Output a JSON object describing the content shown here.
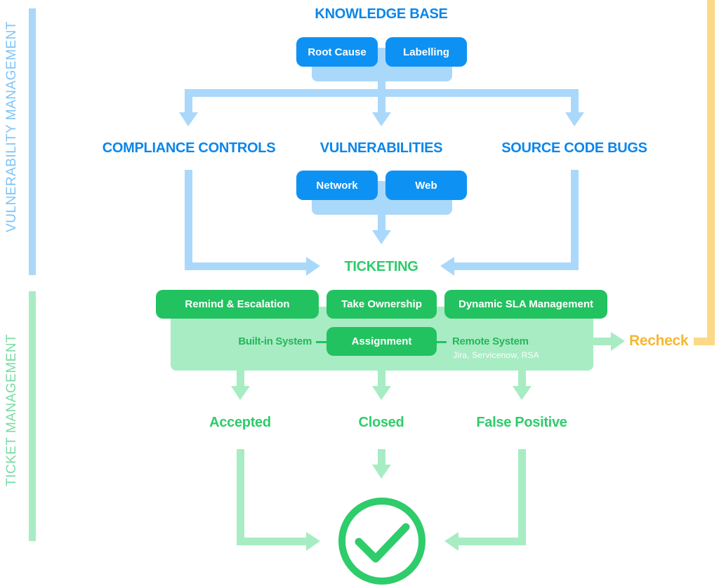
{
  "side_labels": {
    "vulnerability_management": "VULNERABILITY MANAGEMENT",
    "ticket_management": "TICKET MANAGEMENT"
  },
  "knowledge_base": {
    "title": "KNOWLEDGE BASE",
    "chips": [
      "Root Cause",
      "Labelling"
    ]
  },
  "categories": {
    "compliance": "COMPLIANCE CONTROLS",
    "vulnerabilities": "VULNERABILITIES",
    "source_code": "SOURCE CODE BUGS",
    "vuln_chips": [
      "Network",
      "Web"
    ]
  },
  "ticketing": {
    "title": "TICKETING",
    "actions": [
      "Remind & Escalation",
      "Take Ownership",
      "Dynamic SLA Management"
    ],
    "assignment": "Assignment",
    "built_in": "Built-in System",
    "remote": "Remote System",
    "remote_examples": "Jira, Servicenow, RSA",
    "recheck": "Recheck"
  },
  "outcomes": [
    "Accepted",
    "Closed",
    "False Positive"
  ],
  "colors": {
    "blue": "#0d92f4",
    "light_blue": "#a9d8fb",
    "green": "#22c260",
    "light_green": "#a8ecc3",
    "orange": "#f7b731",
    "light_orange": "#fbd987"
  },
  "icons": {
    "done": "checkmark-circle-icon"
  }
}
